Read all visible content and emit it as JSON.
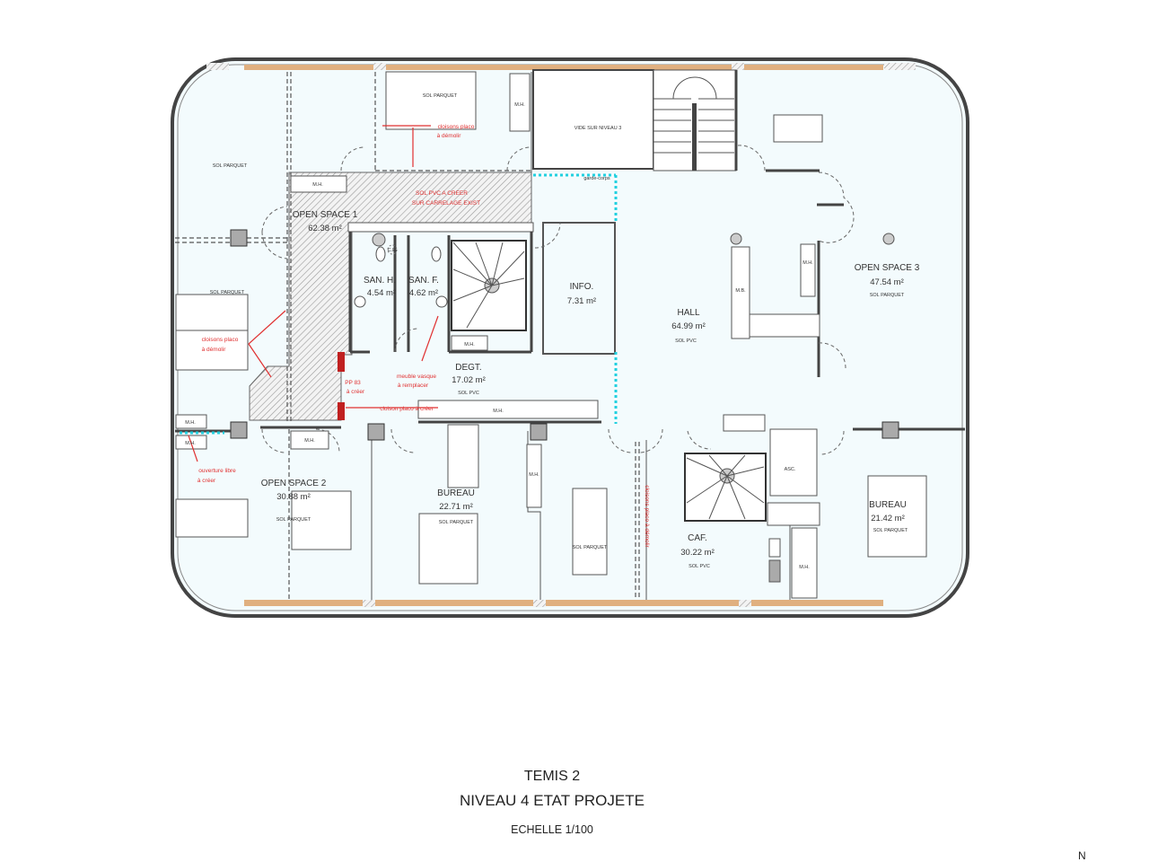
{
  "plan": {
    "rooms": {
      "open_space_1": {
        "name": "OPEN SPACE 1",
        "area": "62.38 m²"
      },
      "san_h": {
        "name": "SAN. H.",
        "area": "4.54 m²"
      },
      "san_f": {
        "name": "SAN. F.",
        "area": "4.62 m²"
      },
      "info": {
        "name": "INFO.",
        "area": "7.31 m²"
      },
      "hall": {
        "name": "HALL",
        "area": "64.99 m²",
        "floor": "SOL PVC"
      },
      "open_space_3": {
        "name": "OPEN SPACE 3",
        "area": "47.54 m²",
        "floor": "SOL PARQUET"
      },
      "degt": {
        "name": "DEGT.",
        "area": "17.02 m²",
        "floor": "SOL PVC"
      },
      "open_space_2": {
        "name": "OPEN SPACE 2",
        "area": "30.88 m²",
        "floor": "SOL PARQUET"
      },
      "bureau_1": {
        "name": "BUREAU",
        "area": "22.71 m²",
        "floor": "SOL PARQUET"
      },
      "caf": {
        "name": "CAF.",
        "area": "30.22 m²",
        "floor": "SOL PVC"
      },
      "bureau_2": {
        "name": "BUREAU",
        "area": "21.42 m²",
        "floor": "SOL PARQUET"
      }
    },
    "floor_labels": {
      "parquet": "SOL PARQUET",
      "vide": "VIDE SUR NIVEAU 3",
      "garde_corps": "garde-corps"
    },
    "equipment": {
      "mh": "M.H.",
      "mb": "M.B.",
      "asc": "ASC.",
      "ce": "C.E."
    },
    "annotations": {
      "cloisons_demolir_1": "cloisons placo",
      "cloisons_demolir_2": "à démolir",
      "sol_pvc_1": "SOL PVC A CREER",
      "sol_pvc_2": "SUR CARRELAGE EXIST",
      "pp83_1": "PP 83",
      "pp83_2": "à créer",
      "meuble_1": "meuble vasque",
      "meuble_2": "à remplacer",
      "cloison_creer": "cloison placo à créer",
      "ouverture_1": "ouverture libre",
      "ouverture_2": "à créer",
      "cloisons_vertical": "cloisons placo à démolir"
    },
    "colors": {
      "annotation": "#e03030",
      "garde_corps": "#22d0e0",
      "window_band": "#e0b080",
      "floor": "#f3fbfd"
    }
  },
  "title_block": {
    "project": "TEMIS 2",
    "sheet": "NIVEAU 4 ETAT PROJETE",
    "scale": "ECHELLE 1/100",
    "north": "N"
  }
}
